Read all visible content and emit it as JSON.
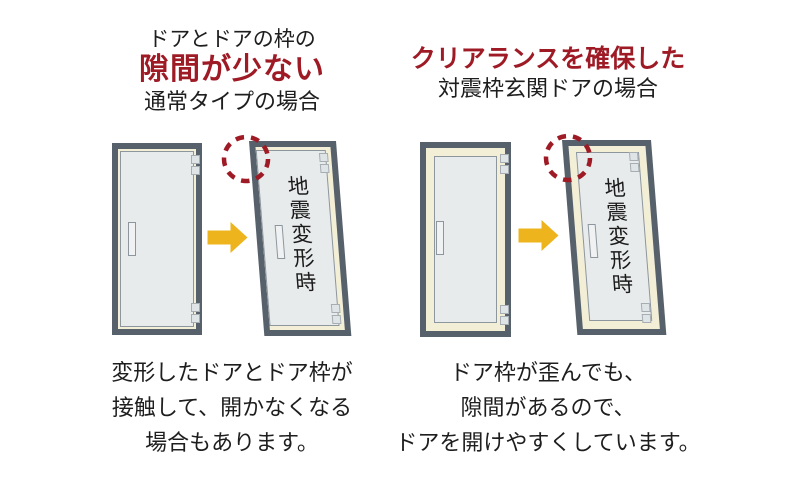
{
  "colors": {
    "accent_red": "#9e1b26",
    "arrow_yellow": "#eeb41e",
    "frame_slate": "#57616b",
    "clearance_cream": "#f3eed6",
    "door_panel_gray": "#e8ebec"
  },
  "left_section": {
    "title_line1": "ドアとドアの枠の",
    "title_line2": "隙間が少ない",
    "title_line3": "通常タイプの場合",
    "deformed_door_label": "地震変形時",
    "caption_line1": "変形したドアとドア枠が",
    "caption_line2": "接触して、開かなくなる",
    "caption_line3": "場合もあります。"
  },
  "right_section": {
    "title_line1": "クリアランスを確保した",
    "title_line2": "対震枠玄関ドアの場合",
    "deformed_door_label": "地震変形時",
    "caption_line1": "ドア枠が歪んでも、",
    "caption_line2": "隙間があるので、",
    "caption_line3": "ドアを開けやすくしています。"
  }
}
